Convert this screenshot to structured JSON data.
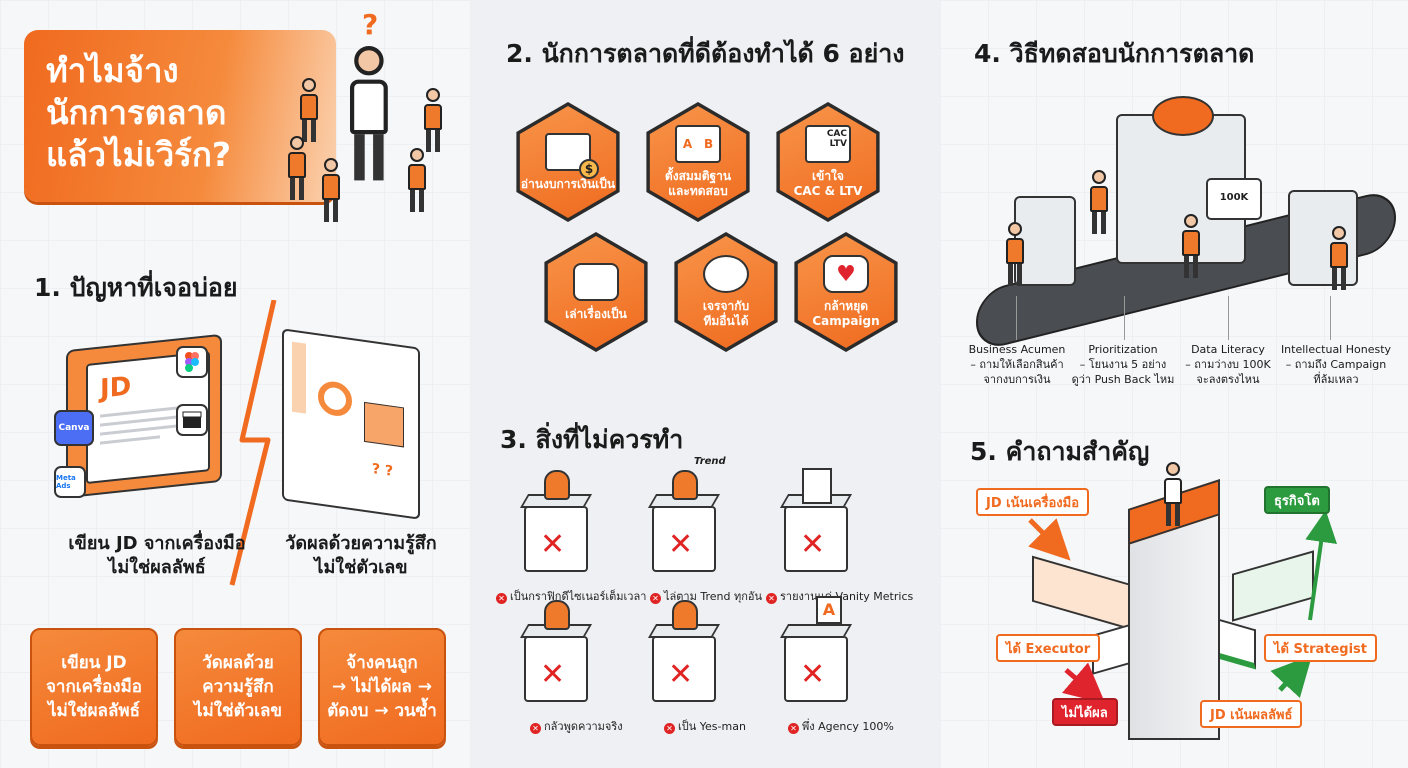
{
  "panel1": {
    "title_lines": [
      "ทำไมจ้าง",
      "นักการตลาด",
      "แล้วไม่เวิร์ก?"
    ],
    "question_mark": "?",
    "section_heading": "1. ปัญหาที่เจอบ่อย",
    "jd_label": "JD",
    "tool_icons": [
      "Canva",
      "Meta Ads"
    ],
    "caption_left": [
      "เขียน JD จากเครื่องมือ",
      "ไม่ใช่ผลลัพธ์"
    ],
    "caption_right": [
      "วัดผลด้วยความรู้สึก",
      "ไม่ใช่ตัวเลข"
    ],
    "boxes": [
      [
        "เขียน JD",
        "จากเครื่องมือ",
        "ไม่ใช่ผลลัพธ์"
      ],
      [
        "วัดผลด้วย",
        "ความรู้สึก",
        "ไม่ใช่ตัวเลข"
      ],
      [
        "จ้างคนถูก",
        "→ ไม่ได้ผล →",
        "ตัดงบ → วนซ้ำ"
      ]
    ]
  },
  "panel2": {
    "heading": "2. นักการตลาดที่ดีต้องทำได้ 6 อย่าง",
    "skills": [
      [
        "อ่านงบการเงินเป็น"
      ],
      [
        "ตั้งสมมติฐาน",
        "และทดสอบ"
      ],
      [
        "เข้าใจ",
        "CAC & LTV"
      ],
      [
        "เล่าเรื่องเป็น"
      ],
      [
        "เจรจากับ",
        "ทีมอื่นได้"
      ],
      [
        "กล้าหยุด",
        "Campaign"
      ]
    ],
    "icon_text": {
      "cac": "CAC",
      "ltv": "LTV",
      "a": "A",
      "b": "B",
      "dollar": "$"
    },
    "heading3": "3. สิ่งที่ไม่ควรทำ",
    "donts": [
      "เป็นกราฟิกดีไซเนอร์เต็มเวลา",
      "ไล่ตาม Trend ทุกอัน",
      "รายงานแค่ Vanity Metrics",
      "กลัวพูดความจริง",
      "เป็น Yes-man",
      "พึ่ง Agency 100%"
    ],
    "trend_word": "Trend",
    "a_letter": "A",
    "x_mark": "✕"
  },
  "panel3": {
    "heading4": "4. วิธีทดสอบนักการตลาด",
    "tests": [
      {
        "name": "Business Acumen",
        "desc": [
          "– ถามให้เลือกสินค้า",
          "จากงบการเงิน"
        ]
      },
      {
        "name": "Prioritization",
        "desc": [
          "– โยนงาน 5 อย่าง",
          "ดูว่า Push Back ไหม"
        ]
      },
      {
        "name": "Data Literacy",
        "desc": [
          "– ถามว่างบ 100K",
          "จะลงตรงไหน"
        ]
      },
      {
        "name": "Intellectual Honesty",
        "desc": [
          "– ถามถึง Campaign",
          "ที่ล้มเหลว"
        ]
      }
    ],
    "screen_100k": "100K",
    "heading5": "5. คำถามสำคัญ",
    "tags": {
      "jd_tools": "JD เน้นเครื่องมือ",
      "get_executor": "ได้ Executor",
      "no_result": "ไม่ได้ผล",
      "business_grows": "ธุรกิจโต",
      "get_strategist": "ได้ Strategist",
      "jd_results": "JD เน้นผลลัพธ์"
    }
  },
  "colors": {
    "accent": "#f06a1f",
    "green": "#2c9a3e",
    "red": "#e0242e"
  }
}
